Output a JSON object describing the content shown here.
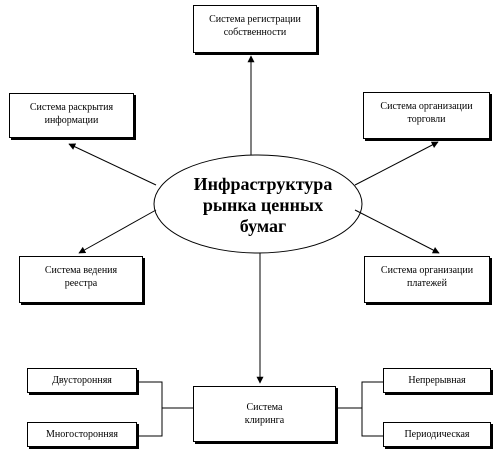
{
  "center": {
    "line1": "Инфраструктура",
    "line2": "рынка ценных",
    "line3": "бумаг"
  },
  "nodes": {
    "registration": {
      "line1": "Система регистрации",
      "line2": "собственности"
    },
    "disclosure": {
      "line1": "Система раскрытия",
      "line2": "информации"
    },
    "trading": {
      "line1": "Система организации",
      "line2": "торговли"
    },
    "registry": {
      "line1": "Система ведения",
      "line2": "реестра"
    },
    "payments": {
      "line1": "Система организации",
      "line2": "платежей"
    },
    "clearing": {
      "line1": "Система",
      "line2": "клиринга"
    },
    "bilateral": {
      "line1": "Двусторонняя"
    },
    "multilateral": {
      "line1": "Многосторонняя"
    },
    "continuous": {
      "line1": "Непрерывная"
    },
    "periodic": {
      "line1": "Периодическая"
    }
  }
}
